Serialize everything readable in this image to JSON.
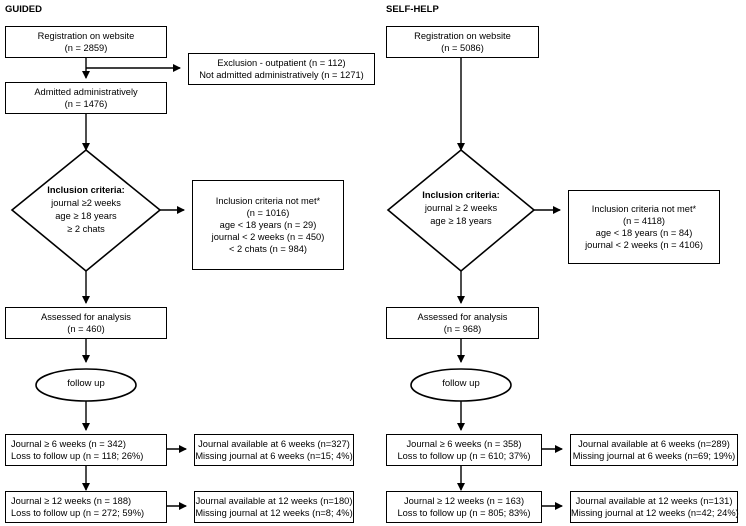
{
  "guided": {
    "header": "GUIDED",
    "registration": [
      "Registration on website",
      "(n = 2859)"
    ],
    "exclusion": [
      "Exclusion - outpatient (n = 112)",
      "Not admitted administratively (n = 1271)"
    ],
    "admitted": [
      "Admitted administratively",
      "(n = 1476)"
    ],
    "inclusion": [
      "Inclusion criteria:",
      "journal ≥2 weeks",
      "age ≥ 18 years",
      "≥ 2 chats"
    ],
    "not_met": [
      "Inclusion criteria not met*",
      "(n = 1016)",
      "age < 18 years (n = 29)",
      "journal < 2 weeks (n = 450)",
      "< 2 chats (n = 984)"
    ],
    "assessed": [
      "Assessed for analysis",
      "(n = 460)"
    ],
    "follow_up": "follow up",
    "six_weeks": [
      "Journal ≥ 6 weeks (n = 342)",
      "Loss to follow up (n = 118; 26%)"
    ],
    "six_weeks_avail": [
      "Journal available at 6 weeks (n=327)",
      "Missing journal at 6 weeks (n=15; 4%)"
    ],
    "twelve_weeks": [
      "Journal  ≥  12 weeks (n = 188)",
      "Loss to follow up (n = 272; 59%)"
    ],
    "twelve_weeks_avail": [
      "Journal available at 12 weeks (n=180)",
      "Missing journal at 12 weeks (n=8; 4%)"
    ]
  },
  "selfhelp": {
    "header": "SELF-HELP",
    "registration": [
      "Registration on website",
      "(n = 5086)"
    ],
    "inclusion": [
      "Inclusion criteria:",
      "journal ≥ 2 weeks",
      "age ≥ 18 years"
    ],
    "not_met": [
      "Inclusion criteria not met*",
      "(n = 4118)",
      "age < 18 years (n = 84)",
      "journal < 2 weeks (n = 4106)"
    ],
    "assessed": [
      "Assessed for analysis",
      "(n = 968)"
    ],
    "follow_up": "follow up",
    "six_weeks": [
      "Journal  ≥  6 weeks (n = 358)",
      "Loss to follow up (n = 610; 37%)"
    ],
    "six_weeks_avail": [
      "Journal available at 6 weeks (n=289)",
      "Missing journal at 6 weeks (n=69; 19%)"
    ],
    "twelve_weeks": [
      "Journal  ≥  12 weeks (n = 163)",
      "Loss to follow up (n = 805; 83%)"
    ],
    "twelve_weeks_avail": [
      "Journal available at 12 weeks (n=131)",
      "Missing journal at 12 weeks (n=42; 24%)"
    ]
  }
}
